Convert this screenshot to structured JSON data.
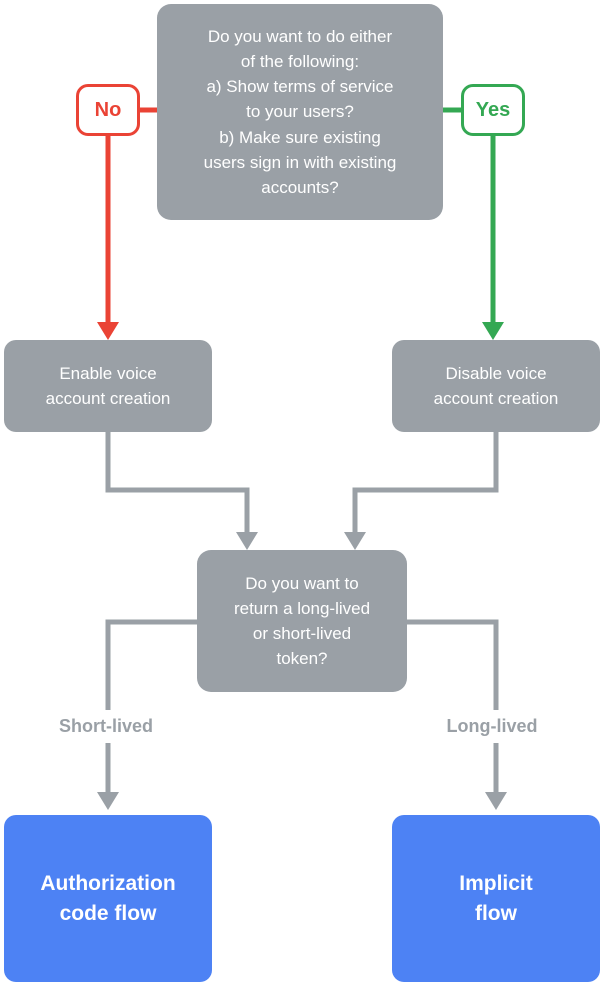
{
  "colors": {
    "gray": "#9AA0A6",
    "red": "#EA4335",
    "green": "#34A853",
    "blue": "#4D82F4",
    "label_text": "#9AA0A6"
  },
  "nodes": {
    "question1": {
      "text": "Do you want to do either\nof the following:\na) Show terms of service\nto your users?\nb) Make sure existing\nusers sign in with existing\naccounts?"
    },
    "no_badge": {
      "label": "No"
    },
    "yes_badge": {
      "label": "Yes"
    },
    "enable": {
      "text": "Enable voice\naccount creation"
    },
    "disable": {
      "text": "Disable voice\naccount creation"
    },
    "question2": {
      "text": "Do you want to\nreturn a long-lived\nor short-lived\ntoken?"
    },
    "short_lived_label": {
      "text": "Short-lived"
    },
    "long_lived_label": {
      "text": "Long-lived"
    },
    "auth_code": {
      "text": "Authorization\ncode flow"
    },
    "implicit": {
      "text": "Implicit\nflow"
    }
  }
}
